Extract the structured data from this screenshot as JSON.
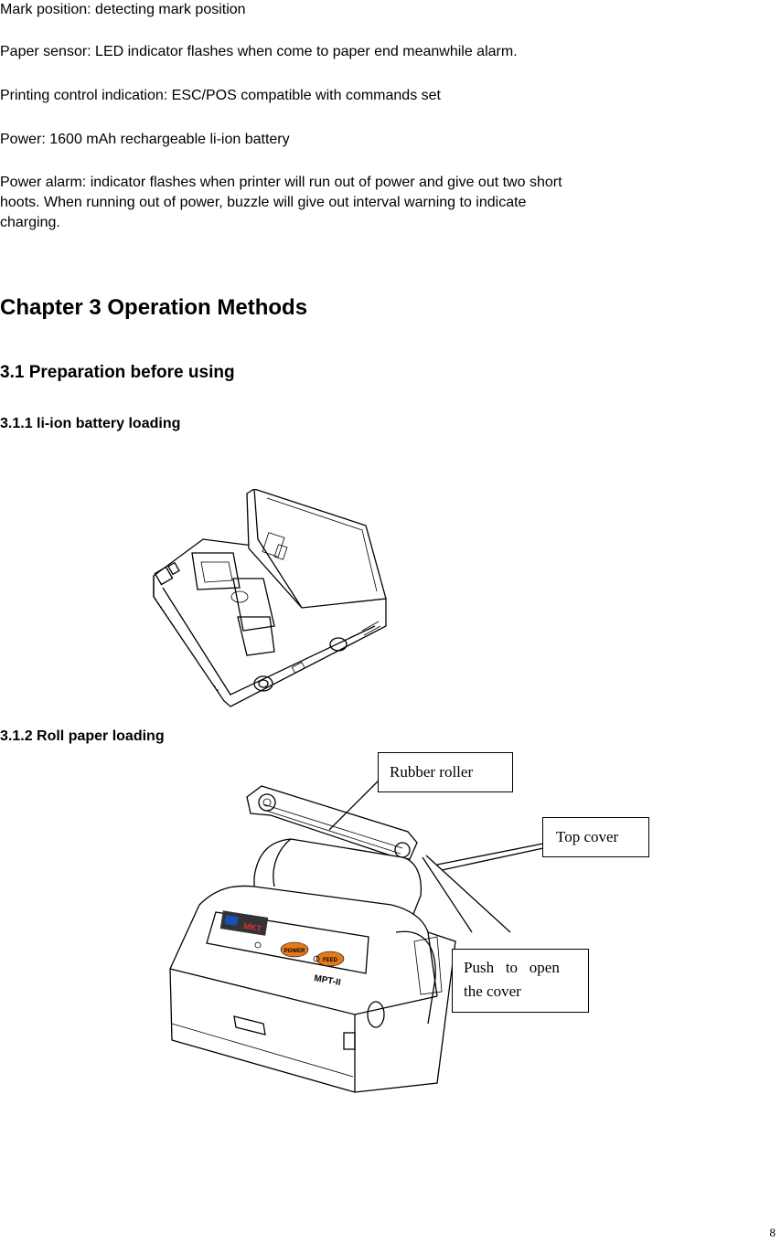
{
  "paragraphs": {
    "mark_position": "Mark position: detecting mark position",
    "paper_sensor": "Paper sensor: LED indicator flashes when come to paper end meanwhile alarm.",
    "printing_control": "Printing control indication: ESC/POS compatible with commands set",
    "power": "Power: 1600 mAh rechargeable li-ion battery",
    "power_alarm_line1": "Power alarm: indicator flashes when printer will run out of power and give out two short",
    "power_alarm_line2": "hoots. When running out of power, buzzle will give out interval warning to indicate",
    "power_alarm_line3": "charging."
  },
  "headings": {
    "chapter": "Chapter 3 Operation Methods",
    "section": "3.1 Preparation before using",
    "sub1": "3.1.1 li-ion battery loading",
    "sub2": "3.1.2 Roll paper loading"
  },
  "callouts": {
    "rubber_roller": "Rubber roller",
    "top_cover": "Top cover",
    "push_line1": "Push   to   open",
    "push_line2": "the cover"
  },
  "printer_labels": {
    "power_button": "POWER",
    "feed_button": "FEED",
    "model": "MPT-II"
  },
  "page_number": "8"
}
